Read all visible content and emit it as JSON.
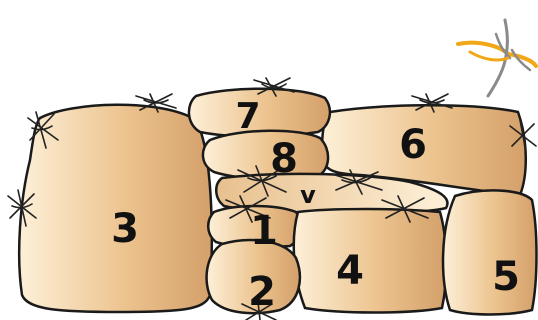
{
  "colors": {
    "stone_light": "#fdf0d8",
    "stone_dark": "#d4a06a",
    "outline": "#1a1a1a",
    "dragonfly_wing": "#f0a818",
    "dragonfly_body": "#8a8a8a"
  },
  "stones": [
    {
      "id": "3",
      "label": "3"
    },
    {
      "id": "7",
      "label": "7"
    },
    {
      "id": "6",
      "label": "6"
    },
    {
      "id": "8",
      "label": "8"
    },
    {
      "id": "v",
      "label": "v"
    },
    {
      "id": "1",
      "label": "1"
    },
    {
      "id": "4",
      "label": "4"
    },
    {
      "id": "5",
      "label": "5"
    },
    {
      "id": "2",
      "label": "2"
    }
  ],
  "icons": [
    "spider-icon",
    "dragonfly-icon"
  ]
}
